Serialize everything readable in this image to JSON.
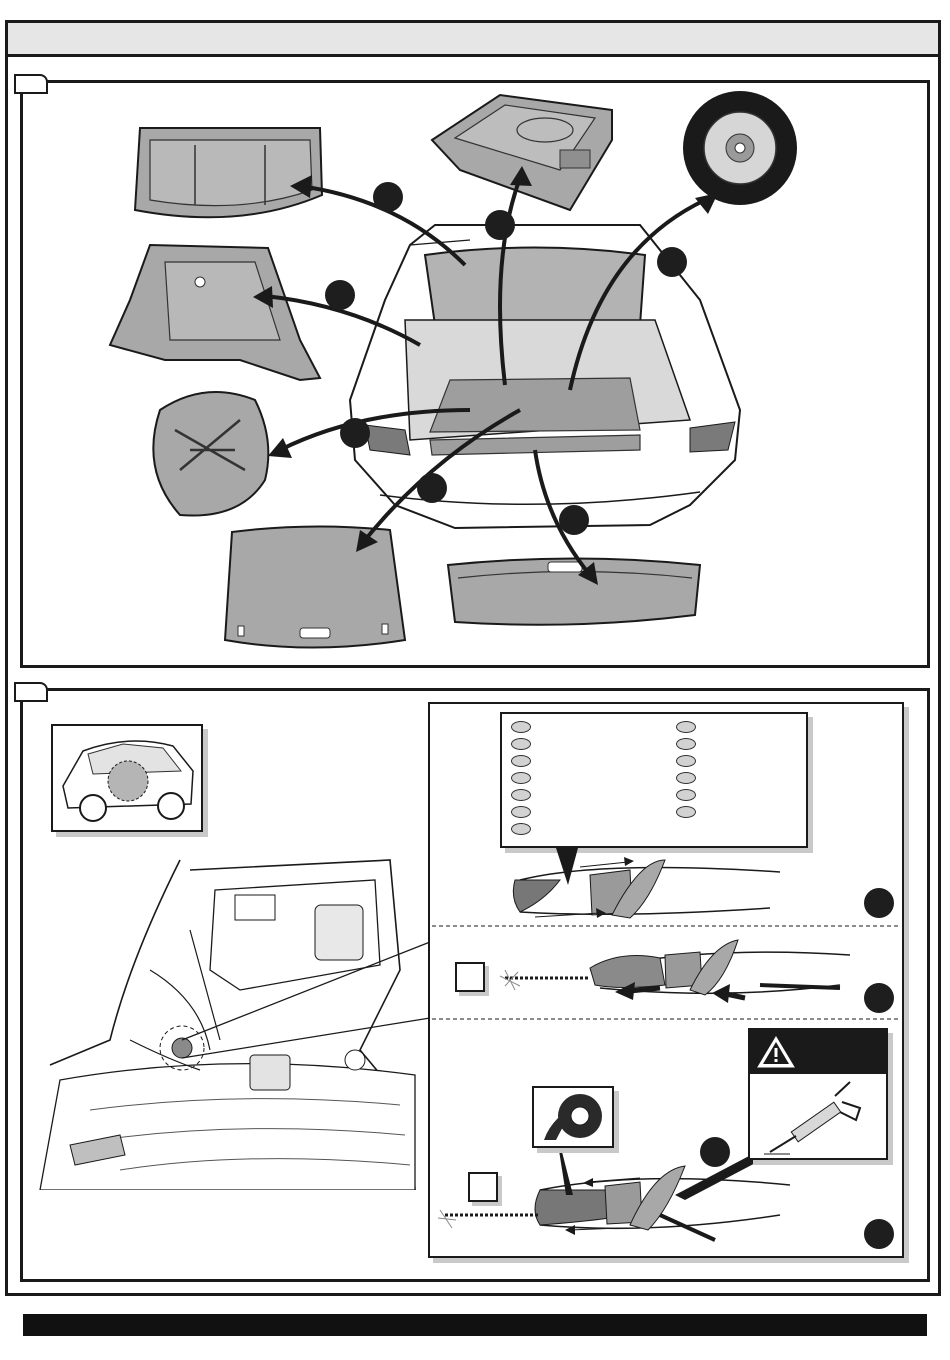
{
  "header": {
    "title": ""
  },
  "steps": [
    {
      "id": "step-1",
      "label": ""
    },
    {
      "id": "step-2",
      "label": ""
    }
  ],
  "parts_removed": [
    {
      "name": "parcel-shelf",
      "icon": "parcel-shelf-icon"
    },
    {
      "name": "storage-tray",
      "icon": "storage-tray-icon"
    },
    {
      "name": "spare-wheel",
      "icon": "spare-wheel-icon"
    },
    {
      "name": "side-trim-panel",
      "icon": "side-trim-panel-icon"
    },
    {
      "name": "tool-kit-tray",
      "icon": "tool-kit-tray-icon"
    },
    {
      "name": "floor-cover",
      "icon": "floor-cover-icon"
    },
    {
      "name": "sill-trim",
      "icon": "sill-trim-icon"
    }
  ],
  "sealant_legend": {
    "left_count": 7,
    "right_count": 6
  },
  "icons": {
    "warning": "warning-triangle-icon",
    "sealant_gun": "sealant-gun-icon",
    "tape_roll": "tape-roll-icon"
  },
  "colors": {
    "line": "#1a1a1a",
    "part_fill": "#a8a8a8",
    "callout": "#1e1e1e",
    "shadow": "#c9c9c9"
  }
}
